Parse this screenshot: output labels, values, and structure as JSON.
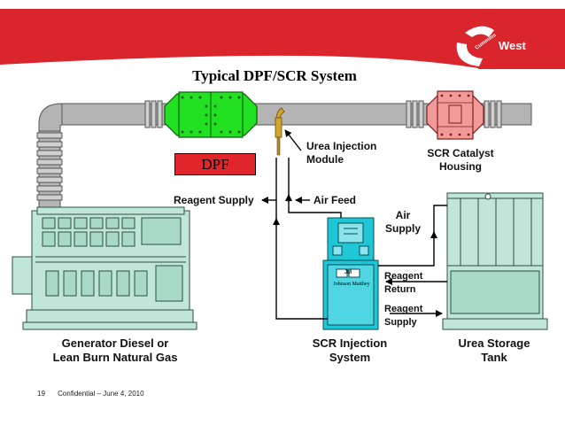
{
  "slide": {
    "title": "Typical DPF/SCR System",
    "brand": "West",
    "footer": {
      "page": "19",
      "confidential": "Confidential – June 4, 2010"
    }
  },
  "diagram": {
    "dpf_label": "DPF",
    "urea_injection_module": [
      "Urea Injection",
      "Module"
    ],
    "scr_catalyst_housing": [
      "SCR Catalyst",
      "Housing"
    ],
    "reagent_supply": "Reagent Supply",
    "air_feed": "Air Feed",
    "air_supply": [
      "Air",
      "Supply"
    ],
    "reagent_return": [
      "Reagent",
      "Return"
    ],
    "reagent_supply_tank": [
      "Reagent",
      "Supply"
    ],
    "johnson_matthey": "Johnson Matthey",
    "jm_logo": "JM",
    "generator": [
      "Generator Diesel or",
      "Lean Burn Natural Gas"
    ],
    "scr_injection_system": [
      "SCR Injection",
      "System"
    ],
    "urea_storage_tank": [
      "Urea Storage",
      "Tank"
    ]
  },
  "colors": {
    "banner_red": "#d9252b",
    "dpf_green": "#22e122",
    "scr_pink": "#f29a97",
    "equipment_teal": "#bfe6d8",
    "cabinet_cyan": "#1fc6d6",
    "pipe_gray": "#b4b4b4",
    "dpf_box_red": "#e0262b"
  }
}
